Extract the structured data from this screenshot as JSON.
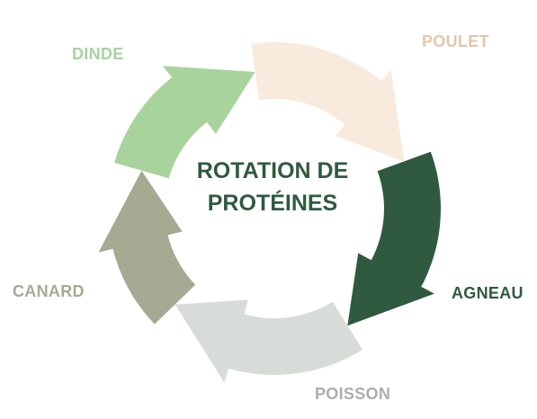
{
  "diagram": {
    "title_line1": "ROTATION DE",
    "title_line2": "PROTÉINES",
    "title_color": "#2f5a3f",
    "segments": [
      {
        "label": "POULET",
        "color": "#f8eadc",
        "label_color": "#e1c7a8"
      },
      {
        "label": "AGNEAU",
        "color": "#2f5a3f",
        "label_color": "#2f5a3f"
      },
      {
        "label": "POISSON",
        "color": "#d8dcd8",
        "label_color": "#a9aeab"
      },
      {
        "label": "CANARD",
        "color": "#a5ab92",
        "label_color": "#a5ab92"
      },
      {
        "label": "DINDE",
        "color": "#a8d39d",
        "label_color": "#a8d39d"
      }
    ]
  }
}
